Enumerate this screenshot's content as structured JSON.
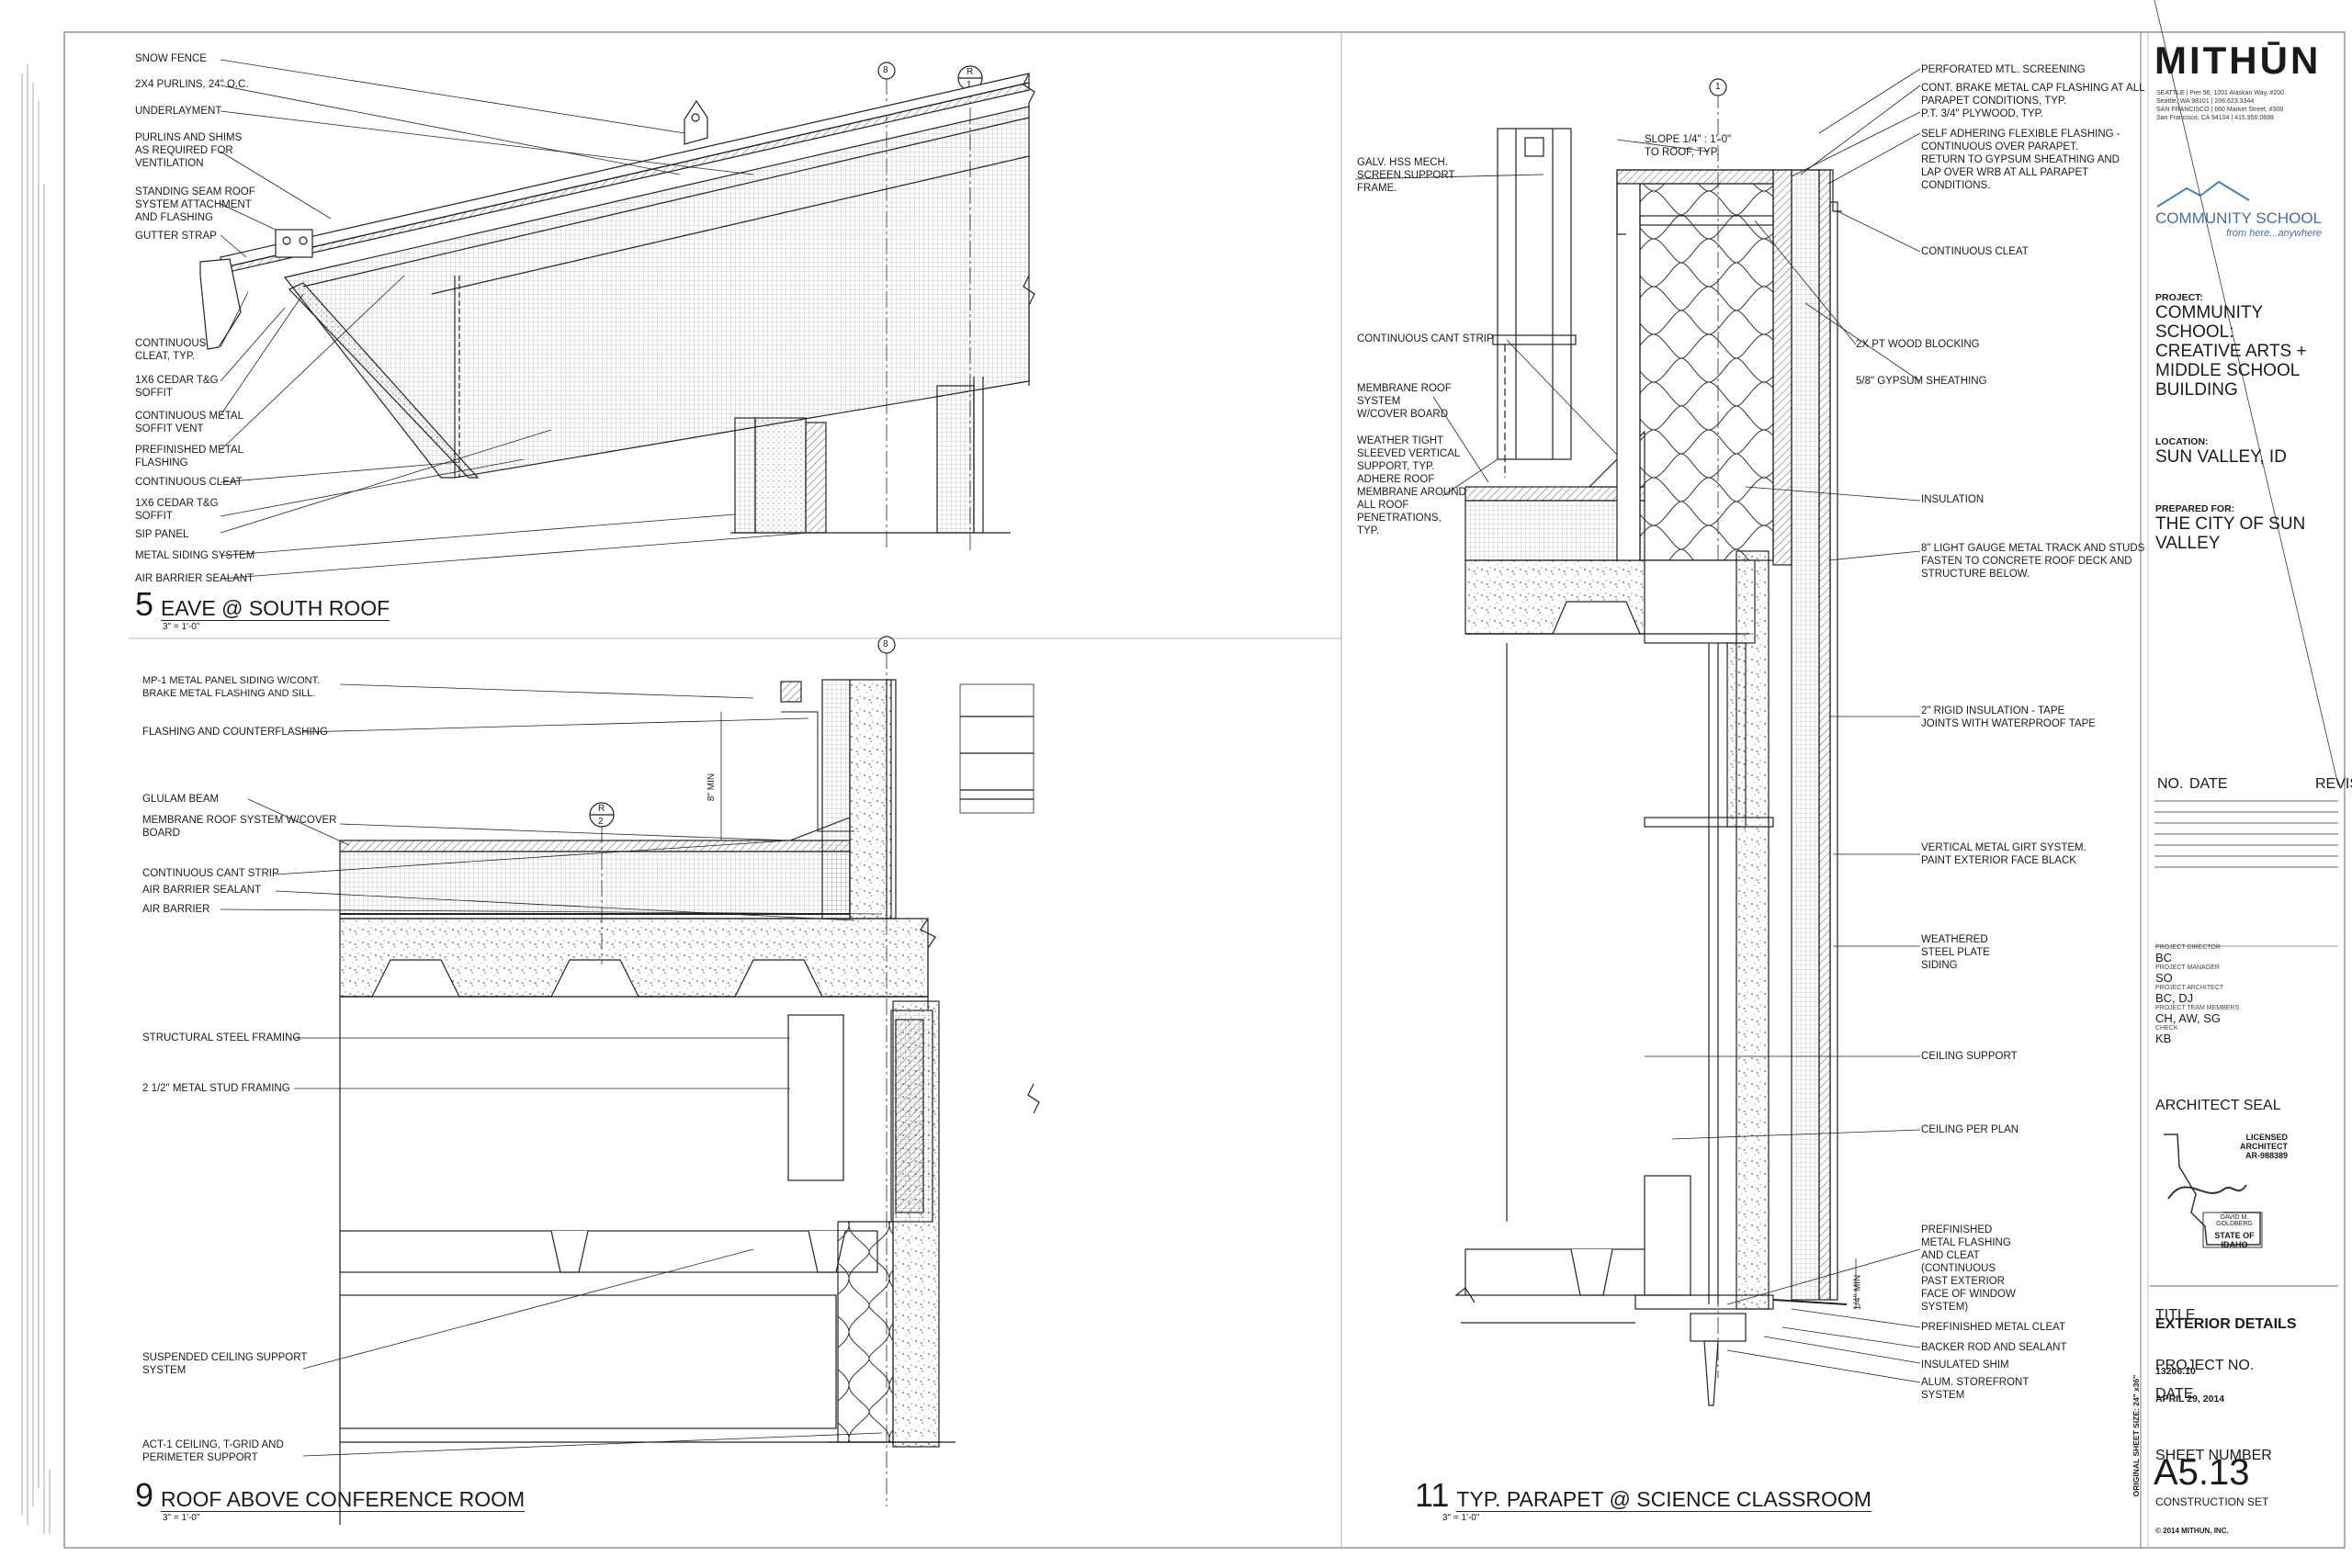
{
  "firm": {
    "logo": "MITHŪN",
    "offices": [
      "SEATTLE | Pier 56, 1201 Alaskan Way, #200",
      "Seattle, WA 98101 | 206.623.3344",
      "SAN FRANCISCO | 660 Market Street, #300",
      "San Francisco, CA 94104 | 415.956.0688"
    ]
  },
  "client_logo": {
    "name": "COMMUNITY SCHOOL",
    "tagline": "from here...anywhere"
  },
  "title_block": {
    "project_label": "PROJECT:",
    "project": "COMMUNITY SCHOOL: CREATIVE ARTS + MIDDLE SCHOOL BUILDING",
    "location_label": "LOCATION:",
    "location": "SUN VALLEY, ID",
    "prepared_label": "PREPARED FOR:",
    "prepared_for": "THE CITY OF SUN VALLEY",
    "rev_headers": [
      "NO.",
      "DATE",
      "REVISION"
    ],
    "team": [
      {
        "role": "PROJECT DIRECTOR",
        "name": "BC"
      },
      {
        "role": "PROJECT MANAGER",
        "name": "SO"
      },
      {
        "role": "PROJECT ARCHITECT",
        "name": "BC, DJ"
      },
      {
        "role": "PROJECT TEAM MEMBERS",
        "name": "CH, AW, SG"
      },
      {
        "role": "CHECK",
        "name": "KB"
      }
    ],
    "seal_label": "ARCHITECT SEAL",
    "seal": {
      "line1": "LICENSED",
      "line2": "ARCHITECT",
      "line3": "AR-988389",
      "name": "DAVID M. GOLDBERG",
      "state": "STATE OF IDAHO"
    },
    "title_label": "TITLE",
    "title": "EXTERIOR DETAILS",
    "project_no_label": "PROJECT NO.",
    "project_no": "13206.10",
    "date_label": "DATE",
    "date": "APRIL 29, 2014",
    "sheet_label": "SHEET NUMBER",
    "sheet_number": "A5.13",
    "set": "CONSTRUCTION SET",
    "copyright": "© 2014 MITHUN, INC.",
    "original_size": "ORIGINAL SHEET SIZE: 24\" x36\""
  },
  "details": {
    "d5": {
      "number": "5",
      "title": "EAVE @ SOUTH ROOF",
      "scale": "3\" = 1'-0\"",
      "grid": "8",
      "ref": {
        "top": "R",
        "bottom": "1"
      },
      "notes": [
        "SNOW FENCE",
        "2X4 PURLINS, 24\" O.C.",
        "UNDERLAYMENT",
        "PURLINS AND SHIMS\nAS REQUIRED FOR\nVENTILATION",
        "STANDING SEAM ROOF\nSYSTEM ATTACHMENT\nAND FLASHING",
        "GUTTER STRAP",
        "CONTINUOUS\nCLEAT, TYP.",
        "1X6 CEDAR T&G\nSOFFIT",
        "CONTINUOUS METAL\nSOFFIT VENT",
        "PREFINISHED METAL\nFLASHING",
        "CONTINUOUS CLEAT",
        "1X6 CEDAR T&G\nSOFFIT",
        "SIP PANEL",
        "METAL SIDING SYSTEM",
        "AIR BARRIER SEALANT"
      ]
    },
    "d9": {
      "number": "9",
      "title": "ROOF ABOVE CONFERENCE ROOM",
      "scale": "3\" = 1'-0\"",
      "grid": "8",
      "ref": {
        "top": "R",
        "bottom": "2"
      },
      "dim": "8\" MIN",
      "notes": [
        "MP-1 METAL PANEL SIDING w/CONT.\nBRAKE METAL FLASHING AND SILL.",
        "FLASHING AND COUNTERFLASHING",
        "GLULAM BEAM",
        "MEMBRANE ROOF SYSTEM w/COVER\nBOARD",
        "CONTINUOUS CANT STRIP",
        "AIR BARRIER SEALANT",
        "AIR BARRIER",
        "STRUCTURAL STEEL FRAMING",
        "2 1/2\" METAL STUD FRAMING",
        "SUSPENDED CEILING SUPPORT\nSYSTEM",
        "ACT-1 CEILING, T-GRID AND\nPERIMETER SUPPORT"
      ]
    },
    "d11": {
      "number": "11",
      "title": "TYP. PARAPET @ SCIENCE CLASSROOM",
      "scale": "3\" = 1'-0\"",
      "grid": "1",
      "slope": "SLOPE 1/4\" : 1'-0\"\nTO ROOF, TYP.",
      "dim": "1/4\" MIN",
      "left_notes": [
        "GALV. HSS MECH.\nSCREEN SUPPORT\nFRAME.",
        "CONTINUOUS CANT STRIP",
        "MEMBRANE ROOF\nSYSTEM\nw/COVER BOARD",
        "WEATHER TIGHT\nSLEEVED VERTICAL\nSUPPORT, TYP.\nADHERE ROOF\nMEMBRANE AROUND\nALL ROOF\nPENETRATIONS,\nTYP."
      ],
      "right_notes": [
        "PERFORATED MTL. SCREENING",
        "CONT. BRAKE METAL CAP FLASHING AT ALL\nPARAPET CONDITIONS, TYP.",
        "P.T. 3/4\" PLYWOOD, TYP.",
        "SELF ADHERING FLEXIBLE FLASHING -\nCONTINUOUS OVER PARAPET.\nRETURN TO GYPSUM SHEATHING AND\nLAP OVER WRB AT ALL PARAPET\nCONDITIONS.",
        "CONTINUOUS CLEAT",
        "2X PT WOOD BLOCKING",
        "5/8\" GYPSUM SHEATHING",
        "INSULATION",
        "8\" LIGHT GAUGE METAL TRACK AND STUDS\nFASTEN TO CONCRETE ROOF DECK AND\nSTRUCTURE BELOW.",
        "2\" RIGID INSULATION -  TAPE\nJOINTS WITH WATERPROOF TAPE",
        "VERTICAL METAL GIRT SYSTEM.\nPAINT EXTERIOR FACE BLACK",
        "WEATHERED\nSTEEL PLATE\nSIDING",
        "CEILING SUPPORT",
        "CEILING PER PLAN",
        "PREFINISHED\nMETAL FLASHING\nAND CLEAT\n(CONTINUOUS\nPAST EXTERIOR\nFACE OF WINDOW\nSYSTEM)",
        "PREFINISHED METAL CLEAT",
        "BACKER ROD AND SEALANT",
        "INSULATED SHIM",
        "ALUM. STOREFRONT\nSYSTEM"
      ]
    }
  }
}
